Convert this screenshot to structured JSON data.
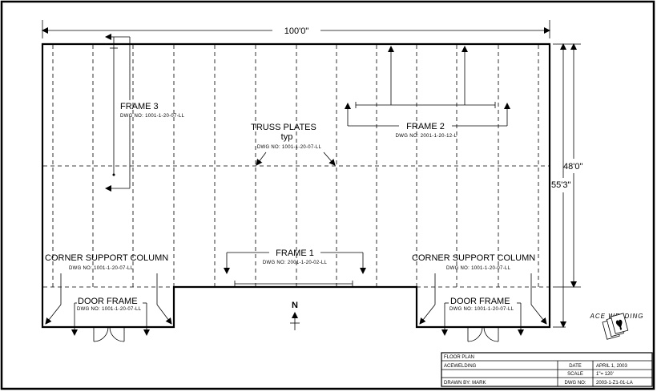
{
  "dimensions": {
    "width_top": "100'0\"",
    "height_right_inner": "48'0\"",
    "height_right_outer": "55'3\""
  },
  "labels": {
    "frame3": {
      "title": "FRAME 3",
      "dwg": "DWG NO: 1001-1-20-07-LL"
    },
    "truss": {
      "title": "TRUSS PLATES",
      "sub": "typ",
      "dwg": "DWG NO: 1001-1-20-07-LL"
    },
    "frame2": {
      "title": "FRAME 2",
      "dwg": "DWG NO: 2001-1-20-12-L"
    },
    "frame1": {
      "title": "FRAME 1",
      "dwg": "DWG NO: 2001-1-20-02-LL"
    },
    "corner_left": {
      "title": "CORNER SUPPORT COLUMN",
      "dwg": "DWG NO: 1001-1-20-07-LL"
    },
    "corner_right": {
      "title": "CORNER SUPPORT COLUMN",
      "dwg": "DWG NO: 1001-1-20-07-LL"
    },
    "door_left": {
      "title": "DOOR FRAME",
      "dwg": "DWG NO: 1001-1-20-07-LL"
    },
    "door_right": {
      "title": "DOOR FRAME",
      "dwg": "DWG NO: 1001-1-20-07-LL"
    },
    "north": "N"
  },
  "logo": {
    "text": "ACE WELDING"
  },
  "title_block": {
    "header": "FLOOR PLAN",
    "company": "ACEWELDING",
    "date_label": "DATE",
    "date_value": "APRIL 1, 2003",
    "scale_label": "SCALE",
    "scale_value": "1\"= 120'",
    "drawn_by": "DRAWN BY: MARK",
    "dwg_label": "DWG NO:",
    "dwg_value": "2003-1-Z1-01-LA"
  }
}
